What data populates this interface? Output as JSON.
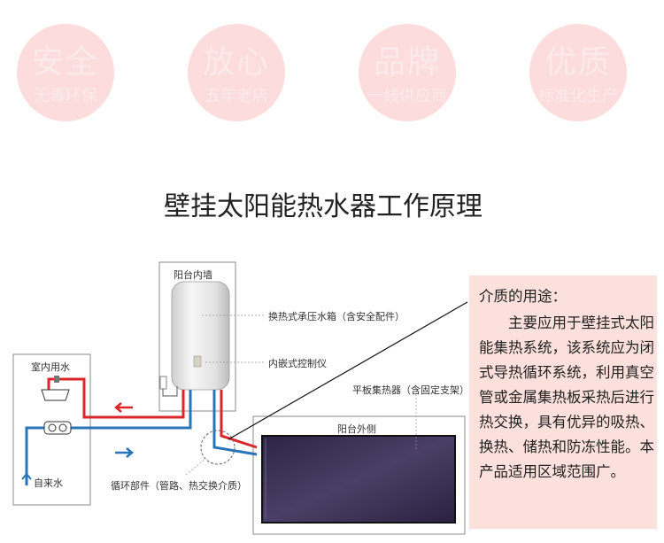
{
  "badges": [
    {
      "title": "安全",
      "subtitle": "无毒环保"
    },
    {
      "title": "放心",
      "subtitle": "五年老店"
    },
    {
      "title": "品牌",
      "subtitle": "一线供应商"
    },
    {
      "title": "优质",
      "subtitle": "标准化生产"
    }
  ],
  "diagram": {
    "title": "壁挂太阳能热水器工作原理",
    "labels": {
      "balcony_inner_wall": "阳台内墙",
      "tank": "换热式承压水箱（含安全配件）",
      "controller": "内嵌式控制仪",
      "indoor_water": "室内用水",
      "tap_water": "自来水",
      "collector": "平板集热器（含固定支架）",
      "balcony_outer": "阳台外侧",
      "circulation": "循环部件（管路、热交换介质）"
    },
    "callout": {
      "heading": "介质的用途：",
      "body": "主要应用于壁挂式太阳能集热系统，该系统应为闭式导热循环系统，利用真空管或金属集热板采热后进行热交换，具有优异的吸热、换热、储热和防冻性能。本产品适用区域范围广。"
    },
    "colors": {
      "hot_pipe": "#d9262a",
      "cold_pipe": "#2874b8",
      "badge_bg": "#fcdcdc",
      "callout_bg": "#fce0dc",
      "panel": "#3a3156"
    }
  }
}
